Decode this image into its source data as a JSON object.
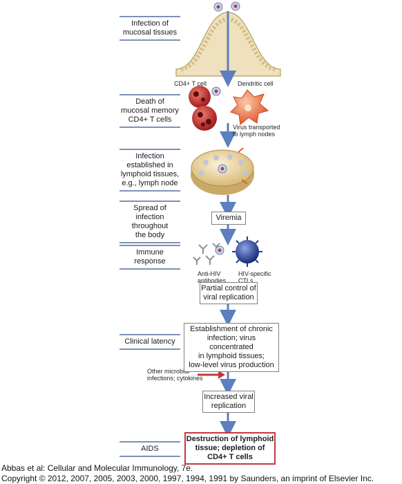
{
  "stages": [
    {
      "id": "mucosal",
      "label": "Infection of\nmucosal tissues"
    },
    {
      "id": "death",
      "label": "Death of\nmucosal memory\nCD4+ T cells"
    },
    {
      "id": "lymphoid",
      "label": "Infection\nestablished in\nlymphoid tissues,\ne.g., lymph node"
    },
    {
      "id": "spread",
      "label": "Spread of\ninfection\nthroughout\nthe body"
    },
    {
      "id": "immune",
      "label": "Immune\nresponse"
    },
    {
      "id": "latency",
      "label": "Clinical latency"
    },
    {
      "id": "aids",
      "label": "AIDS"
    }
  ],
  "figure_labels": {
    "cd4_t_cell": "CD4+ T cell",
    "dendritic_cell": "Dendritic cell",
    "virus_transported": "Virus transported\nto lymph nodes",
    "anti_hiv": "Anti-HIV\nantibodies",
    "hiv_ctls": "HIV-specific\nCTLs",
    "other_infections": "Other microbial\ninfections; cytokines"
  },
  "flow_boxes": {
    "viremia": "Viremia",
    "partial_control": "Partial control of\nviral replication",
    "chronic": "Establishment of chronic\ninfection; virus concentrated\nin lymphoid tissues;\nlow-level virus production",
    "increased": "Increased viral\nreplication",
    "destruction": "Destruction of lymphoid\ntissue; depletion of\nCD4+ T cells"
  },
  "footer": {
    "line1": "Abbas et al: Cellular and Molecular Immunology, 7e.",
    "line2": "Copyright © 2012, 2007, 2005, 2003, 2000, 1997, 1994, 1991 by Saunders, an imprint of Elsevier Inc."
  },
  "colors": {
    "stage_rule": "#7b92b8",
    "arrow_blue": "#5b7fbf",
    "red_arrow": "#c0393b",
    "tissue": "#efe1bd",
    "tcell": "#c0282a",
    "dendritic": "#e8603a",
    "ctl": "#243a8c"
  }
}
